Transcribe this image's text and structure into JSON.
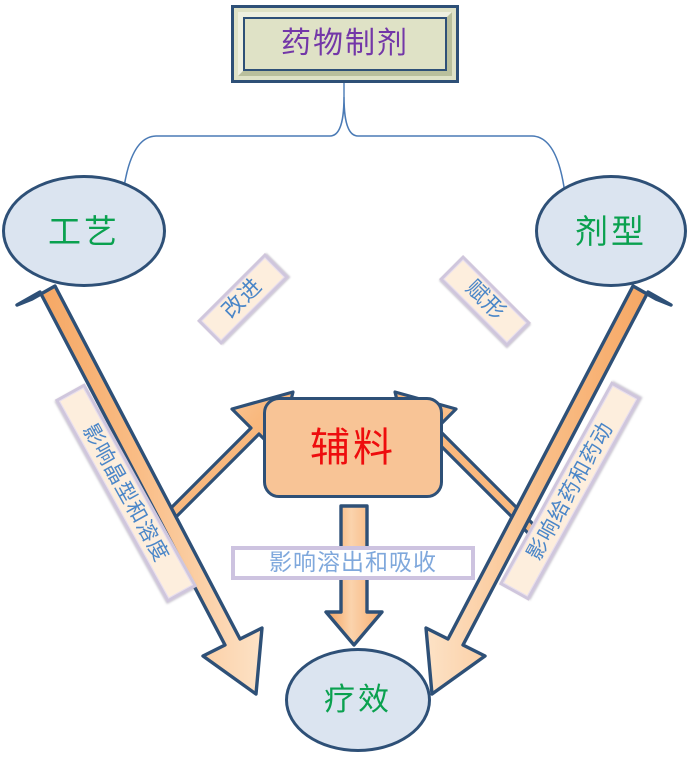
{
  "diagram": {
    "title_node": {
      "label": "药物制剂",
      "text_color": "#7337a8",
      "fill_color": "#dfe2c6",
      "border_color": "#2e5077"
    },
    "nodes": [
      {
        "id": "process",
        "label": "工艺",
        "shape": "ellipse",
        "fill_color": "#dbe4f0",
        "border_color": "#2e5077",
        "text_color": "#0aa14f"
      },
      {
        "id": "dosage_form",
        "label": "剂型",
        "shape": "ellipse",
        "fill_color": "#dbe4f0",
        "border_color": "#2e5077",
        "text_color": "#0aa14f"
      },
      {
        "id": "excipient",
        "label": "辅料",
        "shape": "rounded-rect",
        "fill_color": "#f8c496",
        "border_color": "#2e5077",
        "text_color": "#ee0d0d"
      },
      {
        "id": "efficacy",
        "label": "疗效",
        "shape": "ellipse",
        "fill_color": "#dbe4f0",
        "border_color": "#2e5077",
        "text_color": "#0aa14f"
      }
    ],
    "edge_labels": [
      {
        "id": "improve",
        "label": "改进",
        "text_color": "#4a86c8",
        "fill_color": "#fdeedd"
      },
      {
        "id": "shape",
        "label": "赋形",
        "text_color": "#4a86c8",
        "fill_color": "#fdeedd"
      },
      {
        "id": "crystal",
        "label": "影响晶型和溶度",
        "text_color": "#4a86c8",
        "fill_color": "#fdeedd"
      },
      {
        "id": "pharmacokinetics",
        "label": "影响给药和药动",
        "text_color": "#4a86c8",
        "fill_color": "#fdeedd"
      },
      {
        "id": "dissolution",
        "label": "影响溶出和吸收",
        "text_color": "#7fa8dc",
        "fill_color": "#ffffff"
      }
    ],
    "arrows": {
      "fill_start": "#f6a96a",
      "fill_end": "#fbd6b0",
      "outline": "#2e5077",
      "count": 5
    },
    "brace": {
      "color": "#4a7ab5"
    }
  }
}
